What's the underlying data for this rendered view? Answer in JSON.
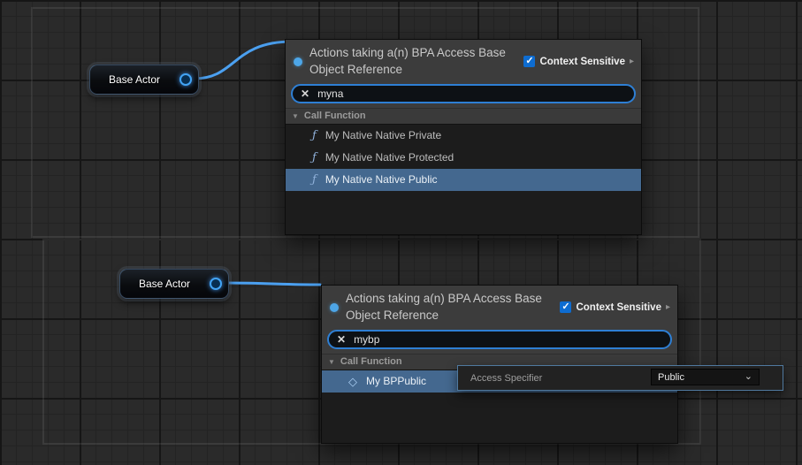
{
  "icons": {
    "check": "✓",
    "clear": "✕",
    "collapse": "▼",
    "chevron_right": "▸",
    "dropdown": "⌄",
    "function": "ƒ",
    "bp_function": "◇"
  },
  "nodes": {
    "top": {
      "label": "Base Actor"
    },
    "bottom": {
      "label": "Base Actor"
    }
  },
  "menu_top": {
    "title": "Actions taking a(n) BPA Access Base Object Reference",
    "context_sensitive": "Context Sensitive",
    "search_value": "myna",
    "category": "Call Function",
    "items": [
      {
        "label": "My Native Native Private"
      },
      {
        "label": "My Native Native Protected"
      },
      {
        "label": "My Native Native Public"
      }
    ]
  },
  "menu_bottom": {
    "title": "Actions taking a(n) BPA Access Base Object Reference",
    "context_sensitive": "Context Sensitive",
    "search_value": "mybp",
    "category": "Call Function",
    "items": [
      {
        "label": "My BPPublic"
      }
    ],
    "detail": {
      "label": "Access Specifier",
      "value": "Public"
    }
  },
  "colors": {
    "selection_blue": "#44688f",
    "wire_blue": "#4ba0f0",
    "checkbox_blue": "#0e6cd0",
    "pin_blue": "#42a4f5",
    "panel_gray": "#3c3c3c",
    "list_dark": "#1c1c1c"
  }
}
